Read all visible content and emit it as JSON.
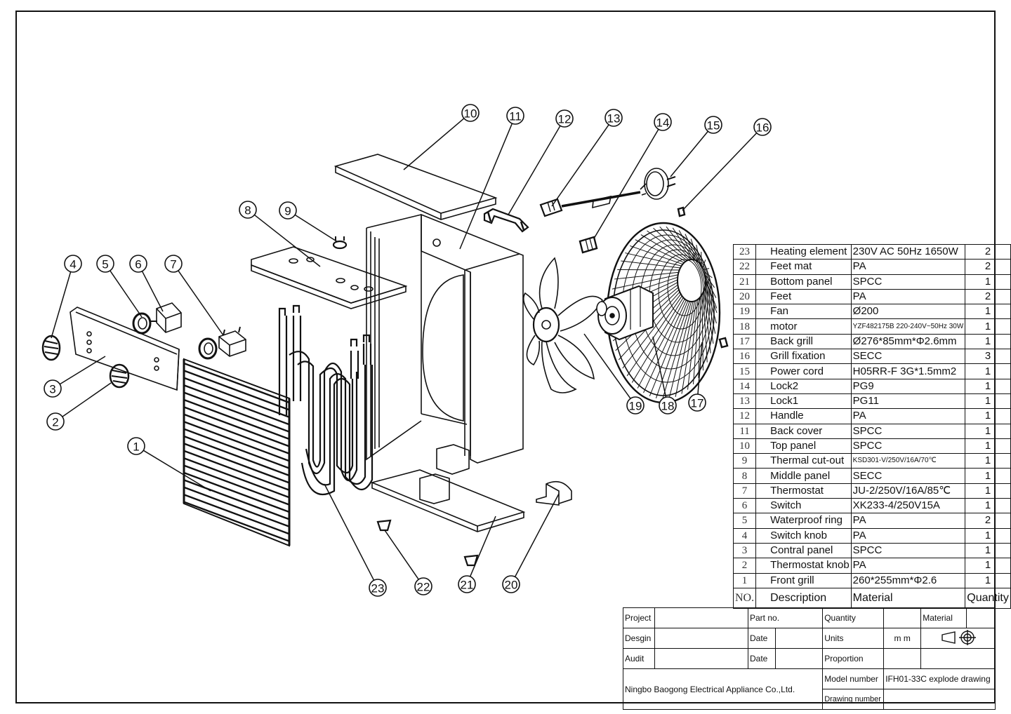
{
  "callouts": [
    "1",
    "2",
    "3",
    "4",
    "5",
    "6",
    "7",
    "8",
    "9",
    "10",
    "11",
    "12",
    "13",
    "14",
    "15",
    "16",
    "17",
    "18",
    "19",
    "20",
    "21",
    "22",
    "23"
  ],
  "parts_list": {
    "header": {
      "no": "NO.",
      "description": "Description",
      "material": "Material",
      "quantity": "Quantity"
    },
    "rows": [
      {
        "no": "23",
        "description": "Heating element",
        "material": "230V AC 50Hz 1650W",
        "quantity": "2"
      },
      {
        "no": "22",
        "description": "Feet mat",
        "material": "PA",
        "quantity": "2"
      },
      {
        "no": "21",
        "description": "Bottom panel",
        "material": "SPCC",
        "quantity": "1"
      },
      {
        "no": "20",
        "description": "Feet",
        "material": "PA",
        "quantity": "2"
      },
      {
        "no": "19",
        "description": "Fan",
        "material": "Ø200",
        "quantity": "1"
      },
      {
        "no": "18",
        "description": "motor",
        "material": "YZF482175B 220-240V~50Hz 30W",
        "quantity": "1"
      },
      {
        "no": "17",
        "description": "Back grill",
        "material": "Ø276*85mm*Φ2.6mm",
        "quantity": "1"
      },
      {
        "no": "16",
        "description": "Grill fixation",
        "material": "SECC",
        "quantity": "3"
      },
      {
        "no": "15",
        "description": "Power cord",
        "material": "H05RR-F 3G*1.5mm2",
        "quantity": "1"
      },
      {
        "no": "14",
        "description": "Lock2",
        "material": "PG9",
        "quantity": "1"
      },
      {
        "no": "13",
        "description": "Lock1",
        "material": "PG11",
        "quantity": "1"
      },
      {
        "no": "12",
        "description": "Handle",
        "material": "PA",
        "quantity": "1"
      },
      {
        "no": "11",
        "description": "Back cover",
        "material": "SPCC",
        "quantity": "1"
      },
      {
        "no": "10",
        "description": "Top panel",
        "material": "SPCC",
        "quantity": "1"
      },
      {
        "no": "9",
        "description": "Thermal cut-out",
        "material": "KSD301-V/250V/16A/70℃",
        "quantity": "1"
      },
      {
        "no": "8",
        "description": "Middle panel",
        "material": "SECC",
        "quantity": "1"
      },
      {
        "no": "7",
        "description": "Thermostat",
        "material": "JU-2/250V/16A/85℃",
        "quantity": "1"
      },
      {
        "no": "6",
        "description": "Switch",
        "material": "XK233-4/250V15A",
        "quantity": "1"
      },
      {
        "no": "5",
        "description": "Waterproof ring",
        "material": "PA",
        "quantity": "2"
      },
      {
        "no": "4",
        "description": "Switch knob",
        "material": "PA",
        "quantity": "1"
      },
      {
        "no": "3",
        "description": "Contral panel",
        "material": "SPCC",
        "quantity": "1"
      },
      {
        "no": "2",
        "description": "Thermostat knob",
        "material": "PA",
        "quantity": "1"
      },
      {
        "no": "1",
        "description": "Front grill",
        "material": "260*255mm*Φ2.6",
        "quantity": "1"
      }
    ]
  },
  "title_block": {
    "project_label": "Project",
    "part_no_label": "Part no.",
    "quantity_label": "Quantity",
    "material_label": "Material",
    "design_label": "Desgin",
    "date_label_1": "Date",
    "units_label": "Units",
    "units_value": "m m",
    "audit_label": "Audit",
    "date_label_2": "Date",
    "proportion_label": "Proportion",
    "company": "Ningbo Baogong Electrical Appliance Co.,Ltd.",
    "model_number_label": "Model number",
    "model_number_value": "IFH01-33C explode drawing",
    "drawing_number_label": "Drawing number"
  }
}
